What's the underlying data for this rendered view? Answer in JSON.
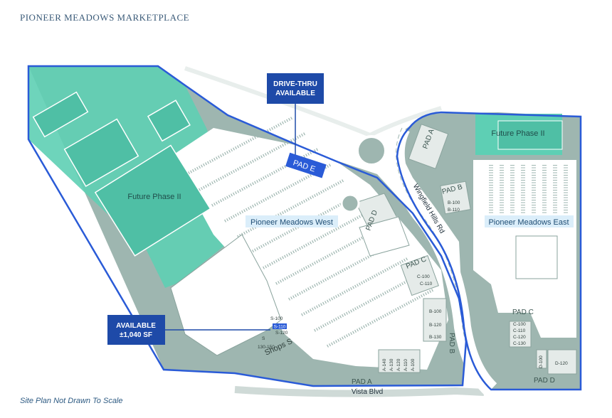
{
  "header": {
    "title": "PIONEER MEADOWS MARKETPLACE"
  },
  "footer": {
    "note": "Site Plan Not Drawn To Scale"
  },
  "colors": {
    "site_boundary": "#2a5bd7",
    "future_phase": "#5ecfb4",
    "ground": "#9eb6b0",
    "parking": "#ffffff",
    "callout": "#1e4aa8"
  },
  "callouts": {
    "drive_thru_line1": "DRIVE-THRU",
    "drive_thru_line2": "AVAILABLE",
    "available_line1": "AVAILABLE",
    "available_line2": "±1,040 SF"
  },
  "areas": {
    "west": "Pioneer Meadows West",
    "east": "Pioneer Meadows East",
    "future_west": "Future Phase II",
    "future_east": "Future Phase II"
  },
  "roads": {
    "vista": "Vista Blvd",
    "wingfield": "Wingfield Hills Rd"
  },
  "pads": {
    "pad_a_north": "PAD A",
    "pad_b_north": "PAD B",
    "pad_e": "PAD E",
    "pad_d_west": "PAD D",
    "pad_c_west": "PAD C",
    "pad_b_west": "PAD B",
    "pad_a_south": "PAD A",
    "pad_c_east": "PAD C",
    "pad_d_east": "PAD D"
  },
  "units": {
    "b100_north": "B-100",
    "b110_north": "B-110",
    "c100": "C-100",
    "c110": "C-110",
    "b100": "B-100",
    "b120": "B-120",
    "b130": "B-130",
    "a140": "A-140",
    "a130": "A-130",
    "a120": "A-120",
    "a110": "A-110",
    "a100": "A-100",
    "s100": "S-100",
    "s110": "S-110",
    "s120": "S-120",
    "s_range": "130-150",
    "s_short": "S",
    "shops_s": "Shops S",
    "ec100": "C-100",
    "ec110": "C-110",
    "ec120": "C-120",
    "ec130": "C-130",
    "d100": "D-100",
    "d120": "D-120"
  }
}
